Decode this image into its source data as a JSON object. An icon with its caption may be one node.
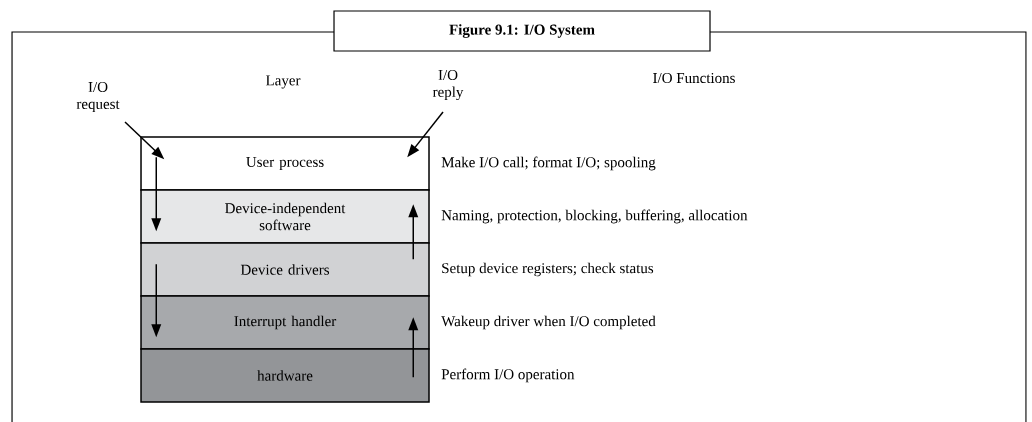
{
  "diagram": {
    "title": "Figure 9.1: I/O System",
    "nodes": [
      {
        "text": [
          "I/O request"
        ]
      },
      {
        "text": [
          "I/O reply"
        ]
      },
      {
        "text": [
          "User process"
        ],
        "beside": [
          "Make I/O call; format I/O; spooling"
        ]
      },
      {
        "text": [
          "Device-independent software"
        ],
        "beside": [
          "Naming, protection, blocking, buffering, allocation"
        ]
      },
      {
        "text": [
          "Device drivers"
        ],
        "beside": [
          "Setup device registers; check status"
        ]
      },
      {
        "text": [
          "Interrupt handler"
        ],
        "beside": [
          "Wakeup driver when I/O completed"
        ]
      },
      {
        "text": [
          "hardware"
        ],
        "beside": [
          "Perform I/O operation"
        ]
      }
    ],
    "edges": [
      {
        "from": 0,
        "to": 2,
        "arrow": "to"
      },
      {
        "from": 1,
        "to": 2,
        "arrow": "to"
      },
      {
        "from": 2,
        "to": 3,
        "arrow": "to"
      },
      {
        "from": 4,
        "to": 5,
        "arrow": "to"
      },
      {
        "from": 4,
        "to": 3,
        "arrow": "to"
      },
      {
        "from": 6,
        "to": 5,
        "arrow": "to"
      }
    ],
    "labels": [
      "Layer",
      "I/O Functions"
    ]
  }
}
